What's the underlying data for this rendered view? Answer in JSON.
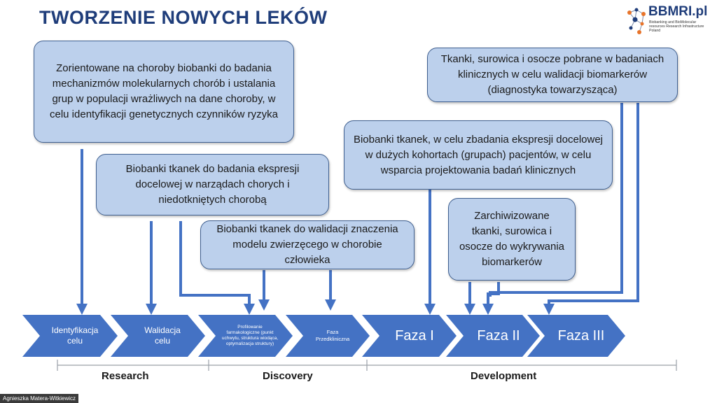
{
  "title": "TWORZENIE NOWYCH LEKÓW",
  "logo": {
    "name": "BBMRI.pl",
    "subtitle": "Biobanking and BioMolecular resources Research Infrastructure Poland"
  },
  "boxes": {
    "b1": "Zorientowane na choroby biobanki do badania mechanizmów molekularnych chorób i ustalania grup w populacji wrażliwych na dane choroby, w celu identyfikacji genetycznych czynników ryzyka",
    "b2": "Biobanki tkanek do badania ekspresji docelowej w narządach chorych i niedotkniętych chorobą",
    "b3": "Biobanki tkanek do walidacji znaczenia modelu zwierzęcego w chorobie człowieka",
    "b4": "Biobanki tkanek, w celu zbadania ekspresji docelowej w dużych kohortach (grupach) pacjentów, w celu wsparcia projektowania badań klinicznych",
    "b5": "Tkanki, surowica i osocze pobrane w badaniach klinicznych w celu walidacji biomarkerów (diagnostyka towarzysząca)",
    "b6": "Zarchiwizowane tkanki, surowica i osocze do wykrywania biomarkerów"
  },
  "stages": {
    "s1": "Identyfikacja celu",
    "s2": "Walidacja celu",
    "s3": "Profilowanie farmakologiczne (punkt uchwytu, struktura wiodąca, optymalizacja struktury)",
    "s4": "Faza Przedkliniczna",
    "s5": "Faza I",
    "s6": "Faza II",
    "s7": "Faza III"
  },
  "phases": {
    "research": "Research",
    "discovery": "Discovery",
    "development": "Development"
  },
  "footer": "Agnieszka Matera-Witkiewicz",
  "colors": {
    "title": "#1f3d7a",
    "box_fill": "#bcd0ec",
    "box_border": "#3f5f8f",
    "chevron": "#4472c4",
    "arrow": "#4472c4"
  }
}
